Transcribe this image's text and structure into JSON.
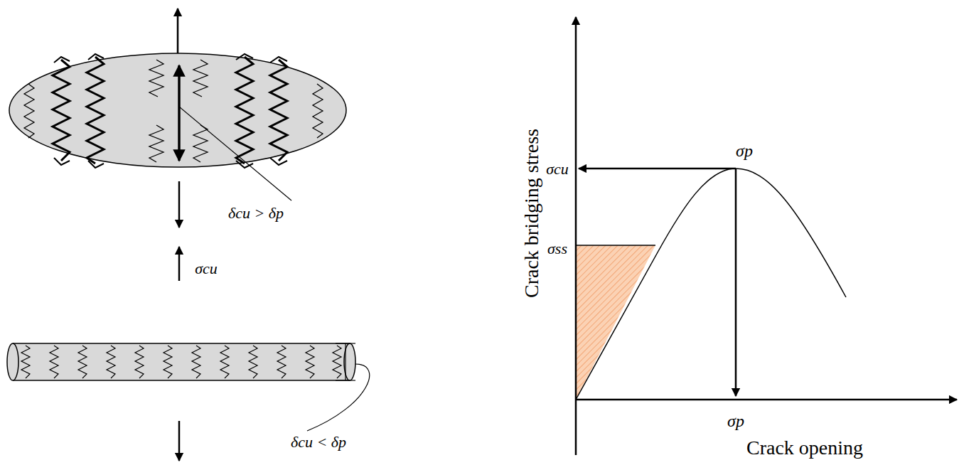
{
  "diagram": {
    "labels": [
      "δcu > δp",
      "σcu",
      "δcu < δp",
      "Crack bridging stress",
      "σcu",
      "σss",
      "σp",
      "σp",
      "Crack opening"
    ]
  }
}
